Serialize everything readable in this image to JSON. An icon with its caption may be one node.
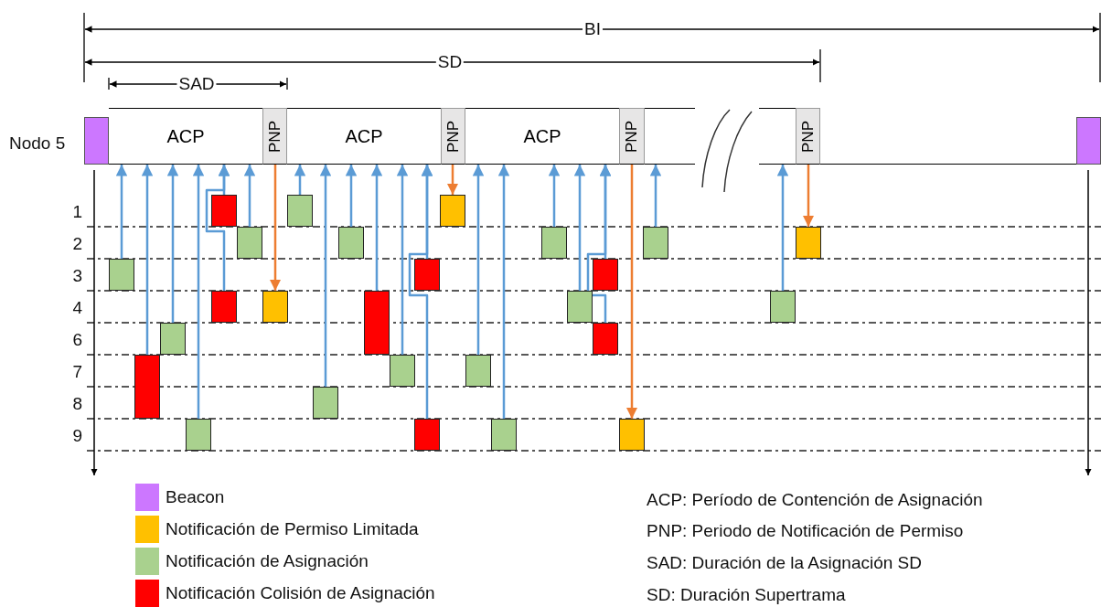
{
  "diagram": {
    "nodes": [
      {
        "text": [],
        "shape": "box"
      },
      {
        "text": [
          "ACP"
        ]
      },
      {
        "text": [
          "PNP"
        ]
      },
      {
        "text": [
          "ACP"
        ]
      },
      {
        "text": [
          "PNP"
        ]
      },
      {
        "text": [
          "ACP"
        ]
      },
      {
        "text": [
          "PNP"
        ]
      },
      {
        "text": [
          "PNP"
        ]
      },
      {
        "text": [],
        "shape": "box"
      },
      {
        "text": [],
        "shape": "box"
      },
      {
        "text": [],
        "shape": "box"
      },
      {
        "text": [],
        "shape": "box"
      },
      {
        "text": [],
        "shape": "box"
      },
      {
        "text": [],
        "shape": "box"
      },
      {
        "text": [],
        "shape": "box"
      },
      {
        "text": [],
        "shape": "box"
      },
      {
        "text": [],
        "shape": "box"
      },
      {
        "text": [],
        "shape": "box"
      },
      {
        "text": [],
        "shape": "box"
      },
      {
        "text": [],
        "shape": "box"
      },
      {
        "text": [],
        "shape": "box"
      },
      {
        "text": [],
        "shape": "box"
      },
      {
        "text": [],
        "shape": "box"
      },
      {
        "text": [],
        "shape": "box"
      },
      {
        "text": [],
        "shape": "box"
      },
      {
        "text": [],
        "shape": "box"
      },
      {
        "text": [],
        "shape": "box"
      },
      {
        "text": [],
        "shape": "box"
      },
      {
        "text": [],
        "shape": "box"
      },
      {
        "text": [],
        "shape": "box"
      },
      {
        "text": [],
        "shape": "box"
      },
      {
        "text": [],
        "shape": "box"
      },
      {
        "text": [],
        "shape": "box"
      },
      {
        "text": [],
        "shape": "box"
      },
      {
        "text": [],
        "shape": "box"
      },
      {
        "text": [],
        "shape": "box"
      },
      {
        "text": [],
        "shape": "box"
      },
      {
        "text": [],
        "shape": "box"
      }
    ],
    "edges": [
      {
        "from": 9,
        "to": 1,
        "arrow": "to"
      },
      {
        "from": 10,
        "to": 1,
        "arrow": "to"
      },
      {
        "from": 11,
        "to": 1,
        "arrow": "to"
      },
      {
        "from": 12,
        "to": 1,
        "arrow": "to"
      },
      {
        "from": 13,
        "to": 1,
        "arrow": "to"
      },
      {
        "from": 14,
        "to": 1,
        "arrow": "to"
      },
      {
        "from": 15,
        "to": 1,
        "arrow": "to"
      },
      {
        "from": 2,
        "to": 16,
        "arrow": "to",
        "color": "#ed7d31"
      },
      {
        "from": 17,
        "to": 3,
        "arrow": "to"
      },
      {
        "from": 18,
        "to": 3,
        "arrow": "to"
      },
      {
        "from": 19,
        "to": 3,
        "arrow": "to"
      },
      {
        "from": 20,
        "to": 3,
        "arrow": "to"
      },
      {
        "from": 21,
        "to": 3,
        "arrow": "to"
      },
      {
        "from": 22,
        "to": 3,
        "arrow": "to"
      },
      {
        "from": 23,
        "to": 3,
        "arrow": "to"
      },
      {
        "from": 4,
        "to": 24,
        "arrow": "to",
        "color": "#ed7d31"
      },
      {
        "from": 25,
        "to": 5,
        "arrow": "to"
      },
      {
        "from": 26,
        "to": 5,
        "arrow": "to"
      },
      {
        "from": 27,
        "to": 5,
        "arrow": "to"
      },
      {
        "from": 28,
        "to": 5,
        "arrow": "to"
      },
      {
        "from": 29,
        "to": 5,
        "arrow": "to"
      },
      {
        "from": 30,
        "to": 5,
        "arrow": "to"
      },
      {
        "from": 6,
        "to": 31,
        "arrow": "to",
        "color": "#ed7d31"
      },
      {
        "from": 32,
        "to": 35,
        "arrow": "to"
      },
      {
        "from": 33,
        "to": 36,
        "arrow": "to"
      },
      {
        "from": 7,
        "to": 34,
        "arrow": "to",
        "color": "#ed7d31"
      }
    ],
    "labels": [
      "BI",
      "SD",
      "SAD",
      "Nodo 5",
      "1",
      "2",
      "3",
      "4",
      "6",
      "7",
      "8",
      "9",
      "ACP: Período de Contención de Asignación",
      "PNP: Periodo de Notificación de Permiso",
      "SAD: Duración de la Asignación SD",
      "SD: Duración Supertrama"
    ],
    "legend": [
      {
        "text": "Beacon",
        "color": "#cc77ff"
      },
      {
        "text": "Notificación de Permiso Limitada",
        "color": "#ffc000"
      },
      {
        "text": "Notificación de Asignación",
        "color": "#a9d18e"
      },
      {
        "text": "Notificación Colisión de Asignación",
        "color": "#ff0000"
      }
    ]
  }
}
